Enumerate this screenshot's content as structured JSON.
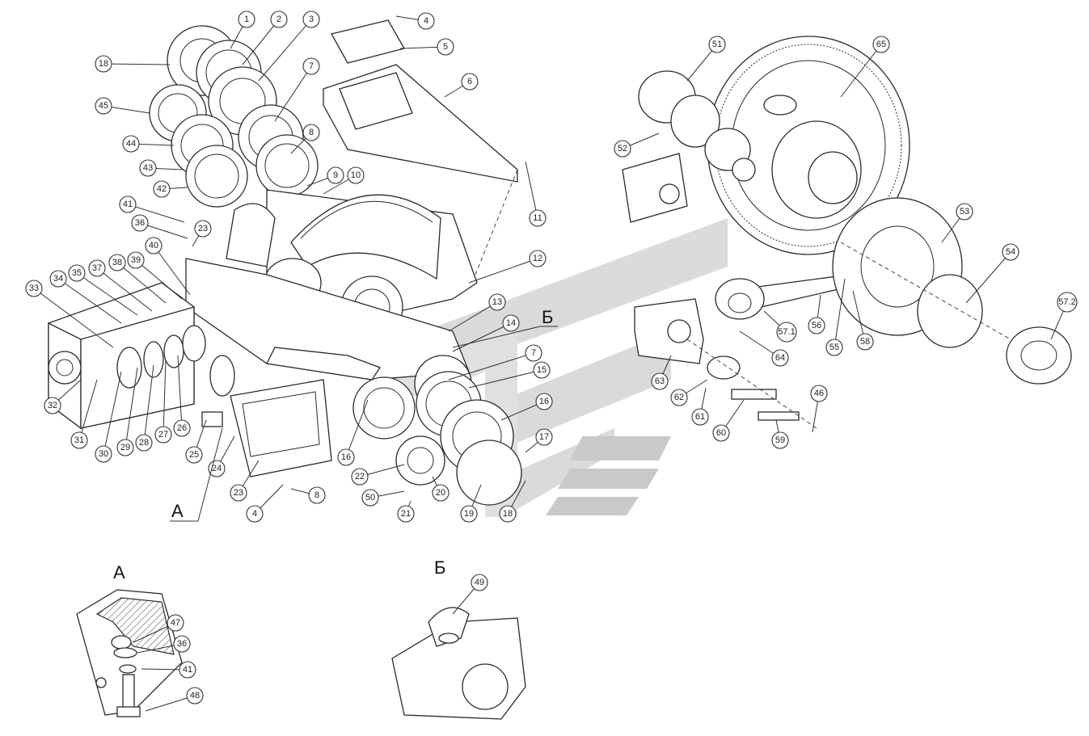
{
  "view_labels": {
    "a": "А",
    "b": "Б"
  },
  "callouts": [
    "1",
    "2",
    "3",
    "4",
    "5",
    "6",
    "7",
    "8",
    "9",
    "10",
    "11",
    "12",
    "13",
    "14",
    "18",
    "45",
    "44",
    "43",
    "42",
    "41",
    "36",
    "23",
    "40",
    "39",
    "38",
    "37",
    "35",
    "34",
    "33",
    "32",
    "31",
    "30",
    "29",
    "28",
    "27",
    "26",
    "25",
    "24",
    "23",
    "4",
    "8",
    "7",
    "15",
    "16",
    "17",
    "18",
    "19",
    "20",
    "21",
    "22",
    "16",
    "50",
    "51",
    "65",
    "52",
    "53",
    "54",
    "57.2",
    "57.1",
    "56",
    "55",
    "58",
    "64",
    "63",
    "62",
    "61",
    "60",
    "59",
    "46",
    "47",
    "36",
    "41",
    "48",
    "49"
  ]
}
